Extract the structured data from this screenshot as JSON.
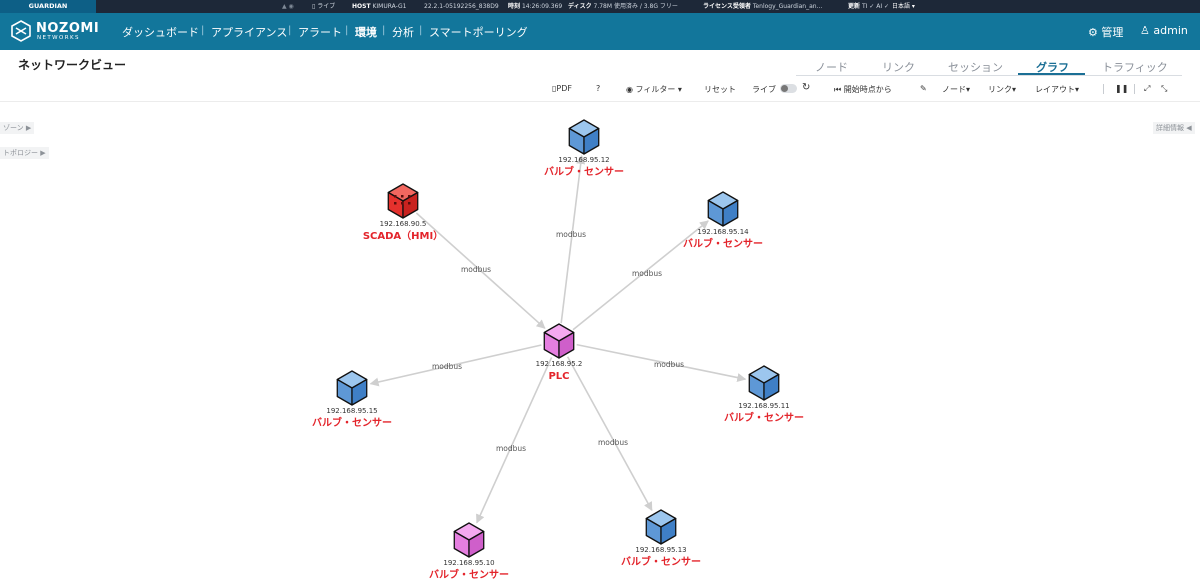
{
  "topbar": {
    "product": "GUARDIAN",
    "live": "ライブ",
    "host_label": "HOST",
    "host_value": "KIMURA-G1",
    "build": "22.2.1-05192256_838D9",
    "time_label": "時刻",
    "time_value": "14:26:09.369",
    "disk_label": "ディスク",
    "disk_value": "7.78M 使用済み / 3.8G フリー",
    "license_label": "ライセンス受領者",
    "license_value": "Tenlogy_Guardian_an...",
    "update_label": "更新",
    "update_value": "TI ✓ AI ✓",
    "language": "日本語"
  },
  "nav": {
    "brand_main": "NOZOMI",
    "brand_sub": "NETWORKS",
    "items": [
      "ダッシュボード",
      "アプライアンス",
      "アラート",
      "環境",
      "分析",
      "スマートポーリング"
    ],
    "admin_menu": "管理",
    "user": "admin"
  },
  "page": {
    "title": "ネットワークビュー"
  },
  "tabs": [
    "ノード",
    "リンク",
    "セッション",
    "グラフ",
    "トラフィック"
  ],
  "toolbar": {
    "pdf": "PDF",
    "help": "?",
    "filter": "フィルター",
    "reset": "リセット",
    "live": "ライブ",
    "from_start": "開始時点から",
    "node": "ノード",
    "link": "リンク",
    "layout": "レイアウト"
  },
  "side": {
    "zone": "ゾーン",
    "topology": "トポロジー",
    "details": "詳細情報"
  },
  "colors": {
    "navbar": "#12769b",
    "topbar": "#1d2838",
    "node_blue": "#5b9bd8",
    "node_pink": "#e57fe0",
    "node_red": "#e5312d",
    "label_red": "#e3242b"
  },
  "graph": {
    "edge_label": "modbus",
    "nodes": [
      {
        "id": "plc",
        "ip": "192.168.95.2",
        "name": "PLC",
        "color": "pink"
      },
      {
        "id": "scada",
        "ip": "192.168.90.5",
        "name": "SCADA（HMI）",
        "color": "red"
      },
      {
        "id": "n12",
        "ip": "192.168.95.12",
        "name": "バルブ・センサー",
        "color": "blue"
      },
      {
        "id": "n14",
        "ip": "192.168.95.14",
        "name": "バルブ・センサー",
        "color": "blue"
      },
      {
        "id": "n15",
        "ip": "192.168.95.15",
        "name": "バルブ・センサー",
        "color": "blue"
      },
      {
        "id": "n11",
        "ip": "192.168.95.11",
        "name": "バルブ・センサー",
        "color": "blue"
      },
      {
        "id": "n10",
        "ip": "192.168.95.10",
        "name": "バルブ・センサー",
        "color": "pink"
      },
      {
        "id": "n13",
        "ip": "192.168.95.13",
        "name": "バルブ・センサー",
        "color": "blue"
      }
    ],
    "edges": [
      {
        "from": "scada",
        "to": "plc"
      },
      {
        "from": "plc",
        "to": "n12"
      },
      {
        "from": "plc",
        "to": "n14"
      },
      {
        "from": "plc",
        "to": "n15"
      },
      {
        "from": "plc",
        "to": "n11"
      },
      {
        "from": "plc",
        "to": "n10"
      },
      {
        "from": "plc",
        "to": "n13"
      }
    ]
  }
}
